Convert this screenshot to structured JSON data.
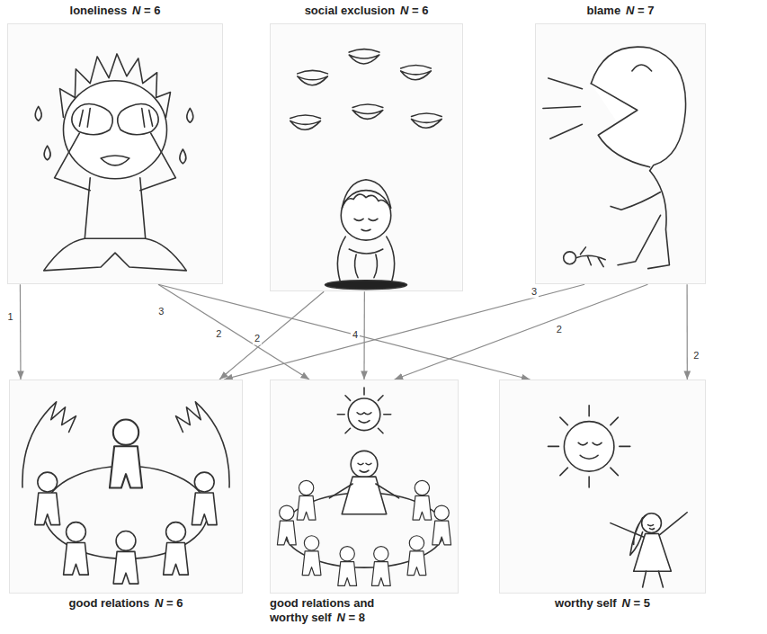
{
  "diagram": {
    "nodes": [
      {
        "text": [
          "loneliness",
          "N = 6"
        ]
      },
      {
        "text": [
          "social exclusion",
          "N = 6"
        ]
      },
      {
        "text": [
          "blame",
          "N = 7"
        ]
      },
      {
        "text": [
          "good relations",
          "N = 6"
        ]
      },
      {
        "text": [
          "good relations and worthy self",
          "N = 8"
        ]
      },
      {
        "text": [
          "worthy self",
          "N = 5"
        ]
      }
    ],
    "edges": [
      {
        "from": 0,
        "to": 3,
        "arrow": "to",
        "label": "1"
      },
      {
        "from": 0,
        "to": 4,
        "arrow": "to",
        "label": "2"
      },
      {
        "from": 0,
        "to": 5,
        "arrow": "to",
        "label": "3"
      },
      {
        "from": 1,
        "to": 3,
        "arrow": "to",
        "label": "2"
      },
      {
        "from": 1,
        "to": 4,
        "arrow": "to",
        "label": "4"
      },
      {
        "from": 2,
        "to": 3,
        "arrow": "to",
        "label": "3"
      },
      {
        "from": 2,
        "to": 4,
        "arrow": "to",
        "label": "2"
      },
      {
        "from": 2,
        "to": 5,
        "arrow": "to",
        "label": "2"
      }
    ]
  }
}
